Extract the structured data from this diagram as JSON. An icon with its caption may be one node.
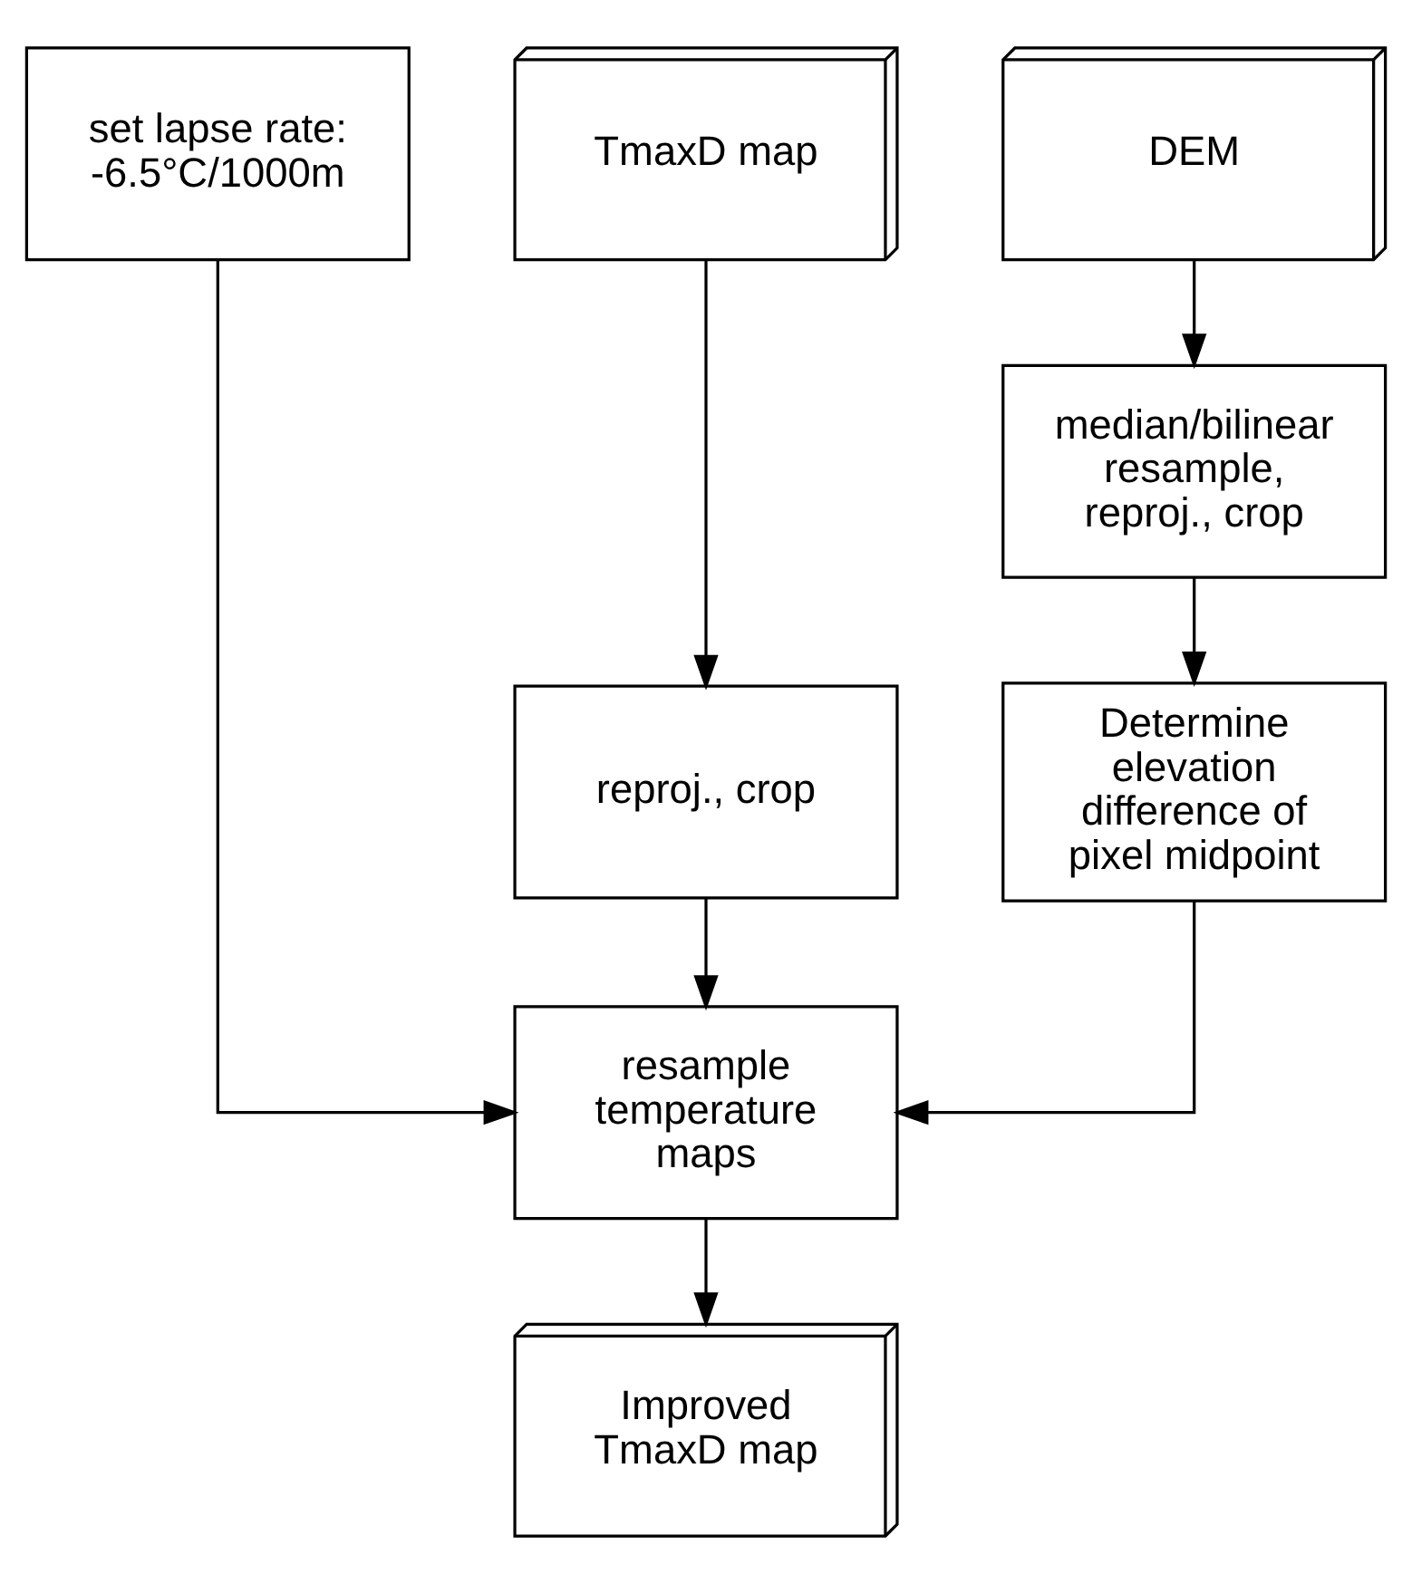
{
  "diagram": {
    "nodes": [
      {
        "text": [
          "set lapse rate: -6.5°C/1000m"
        ]
      },
      {
        "text": [
          "TmaxD map"
        ]
      },
      {
        "text": [
          "DEM"
        ]
      },
      {
        "text": [
          "reproj., crop"
        ]
      },
      {
        "text": [
          "median/bilinear resample, reproj., crop"
        ]
      },
      {
        "text": [
          "Determine elevation difference of pixel midpoint"
        ]
      },
      {
        "text": [
          "resample temperature maps"
        ]
      },
      {
        "text": [
          "Improved TmaxD map"
        ]
      }
    ],
    "edges": [
      {
        "from": 1,
        "to": 3,
        "arrow": "to"
      },
      {
        "from": 2,
        "to": 4,
        "arrow": "to"
      },
      {
        "from": 4,
        "to": 5,
        "arrow": "to"
      },
      {
        "from": 0,
        "to": 6,
        "arrow": "to"
      },
      {
        "from": 3,
        "to": 6,
        "arrow": "to"
      },
      {
        "from": 5,
        "to": 6,
        "arrow": "to"
      },
      {
        "from": 6,
        "to": 7,
        "arrow": "to"
      }
    ]
  }
}
